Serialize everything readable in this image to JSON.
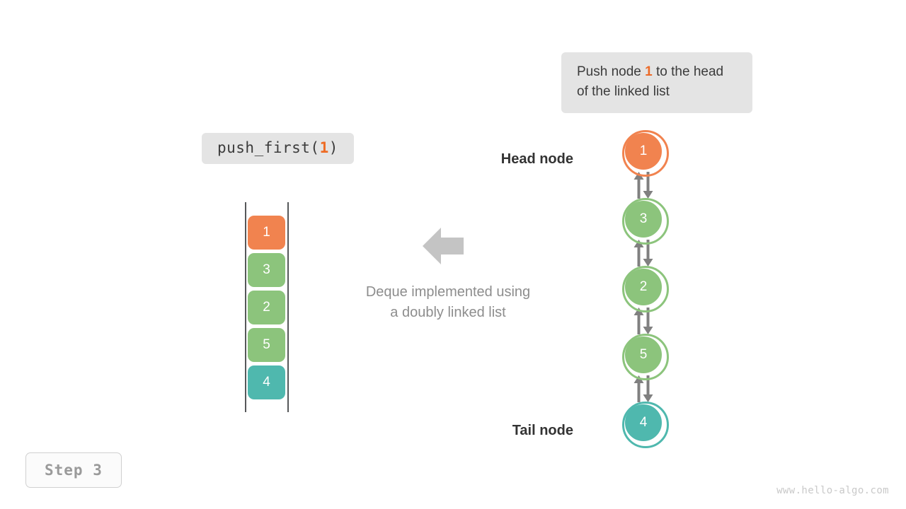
{
  "bubble": {
    "text_before": "Push node ",
    "highlight": "1",
    "text_after": " to the head of the linked list"
  },
  "code_pill": {
    "prefix": "push_first(",
    "arg": "1",
    "suffix": ")"
  },
  "deque": {
    "cells": [
      {
        "value": "1",
        "color": "#f1834f"
      },
      {
        "value": "3",
        "color": "#8cc47c"
      },
      {
        "value": "2",
        "color": "#8cc47c"
      },
      {
        "value": "5",
        "color": "#8cc47c"
      },
      {
        "value": "4",
        "color": "#4fb8ae"
      }
    ],
    "rail_color": "#56585a"
  },
  "center": {
    "arrow_direction": "left",
    "arrow_color": "#c4c4c4",
    "caption_line1": "Deque implemented using",
    "caption_line2": "a doubly linked list"
  },
  "linked_list": {
    "head_label": "Head node",
    "tail_label": "Tail node",
    "arrow_color": "#808080",
    "nodes": [
      {
        "value": "1",
        "color": "#f1834f"
      },
      {
        "value": "3",
        "color": "#8cc47c"
      },
      {
        "value": "2",
        "color": "#8cc47c"
      },
      {
        "value": "5",
        "color": "#8cc47c"
      },
      {
        "value": "4",
        "color": "#4fb8ae"
      }
    ]
  },
  "step_badge": {
    "label": "Step 3"
  },
  "watermark": {
    "text": "www.hello-algo.com"
  },
  "colors": {
    "orange": "#f1834f",
    "orange_text": "#ec6a28",
    "green": "#8cc47c",
    "teal": "#4fb8ae",
    "bubble_bg": "#e4e4e4",
    "gray_text": "#8d8d8d"
  }
}
